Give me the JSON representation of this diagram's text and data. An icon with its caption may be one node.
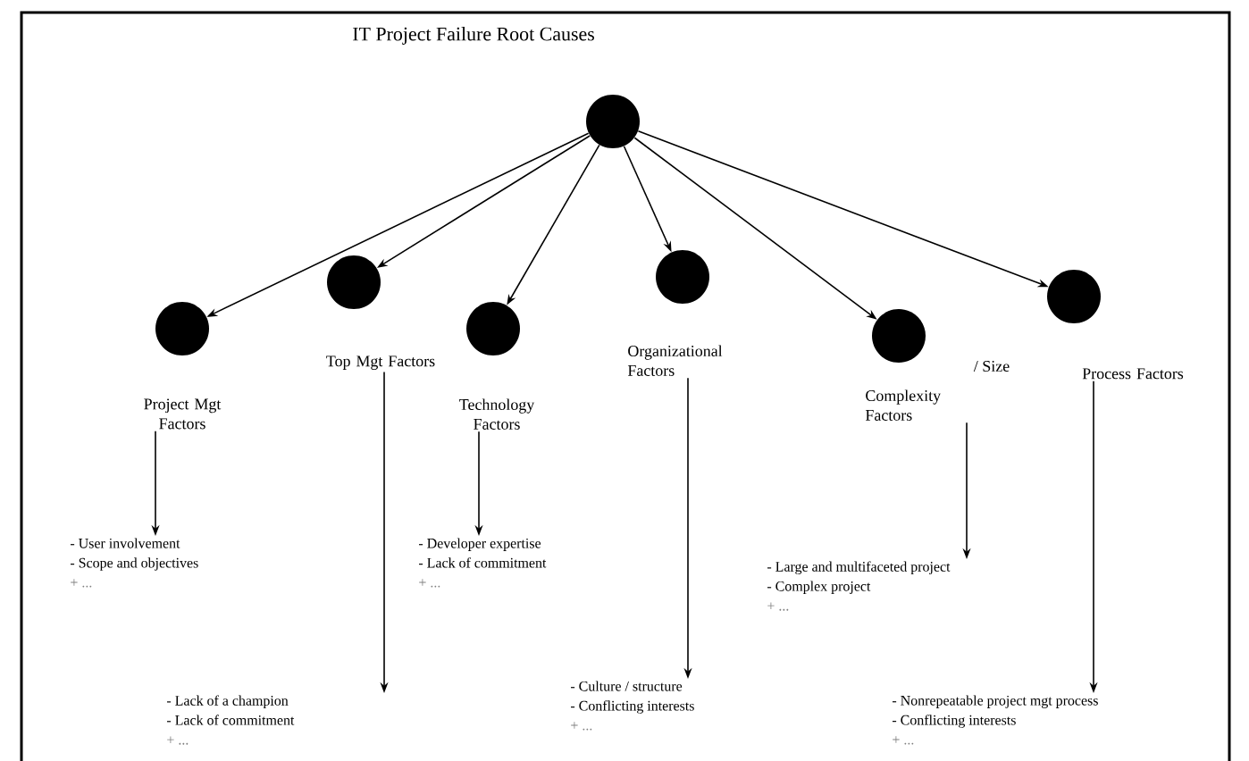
{
  "diagram": {
    "title": "IT Project Failure Root Causes",
    "nodes": [
      {
        "text": [],
        "shape": "circle"
      },
      {
        "text": [],
        "shape": "circle"
      },
      {
        "text": [],
        "shape": "circle"
      },
      {
        "text": [],
        "shape": "circle"
      },
      {
        "text": [],
        "shape": "circle"
      },
      {
        "text": [],
        "shape": "circle"
      },
      {
        "text": [],
        "shape": "circle"
      },
      {
        "text": [
          "Project Mgt Factors"
        ]
      },
      {
        "text": [
          "Top Mgt Factors"
        ]
      },
      {
        "text": [
          "Technology Factors"
        ]
      },
      {
        "text": [
          "Organizational Factors"
        ]
      },
      {
        "text": [
          "Complexity Factors"
        ]
      },
      {
        "text": [
          "Process Factors"
        ]
      },
      {
        "text": [
          "- User involvement",
          "- Scope and objectives",
          "+ ..."
        ]
      },
      {
        "text": [
          "- Lack of a champion",
          "- Lack of commitment",
          "+ ..."
        ]
      },
      {
        "text": [
          "- Developer expertise",
          "- Lack of commitment",
          "+ ..."
        ]
      },
      {
        "text": [
          "- Culture / structure",
          "- Conflicting interests",
          "+ ..."
        ]
      },
      {
        "text": [
          "- Large and multifaceted project",
          "- Complex project",
          "+ ..."
        ]
      },
      {
        "text": [
          "- Nonrepeatable project mgt process",
          "- Conflicting interests",
          "+ ..."
        ]
      }
    ],
    "edges": [
      {
        "from": 0,
        "to": 1,
        "arrow": "to"
      },
      {
        "from": 0,
        "to": 2,
        "arrow": "to"
      },
      {
        "from": 0,
        "to": 3,
        "arrow": "to"
      },
      {
        "from": 0,
        "to": 4,
        "arrow": "to"
      },
      {
        "from": 0,
        "to": 5,
        "arrow": "to"
      },
      {
        "from": 0,
        "to": 6,
        "arrow": "to"
      },
      {
        "from": 7,
        "to": 13,
        "arrow": "to"
      },
      {
        "from": 8,
        "to": 14,
        "arrow": "to"
      },
      {
        "from": 9,
        "to": 15,
        "arrow": "to"
      },
      {
        "from": 10,
        "to": 16,
        "arrow": "to"
      },
      {
        "from": 11,
        "to": 17,
        "arrow": "to"
      },
      {
        "from": 12,
        "to": 18,
        "arrow": "to"
      }
    ],
    "labels": [
      "/ Size"
    ]
  }
}
